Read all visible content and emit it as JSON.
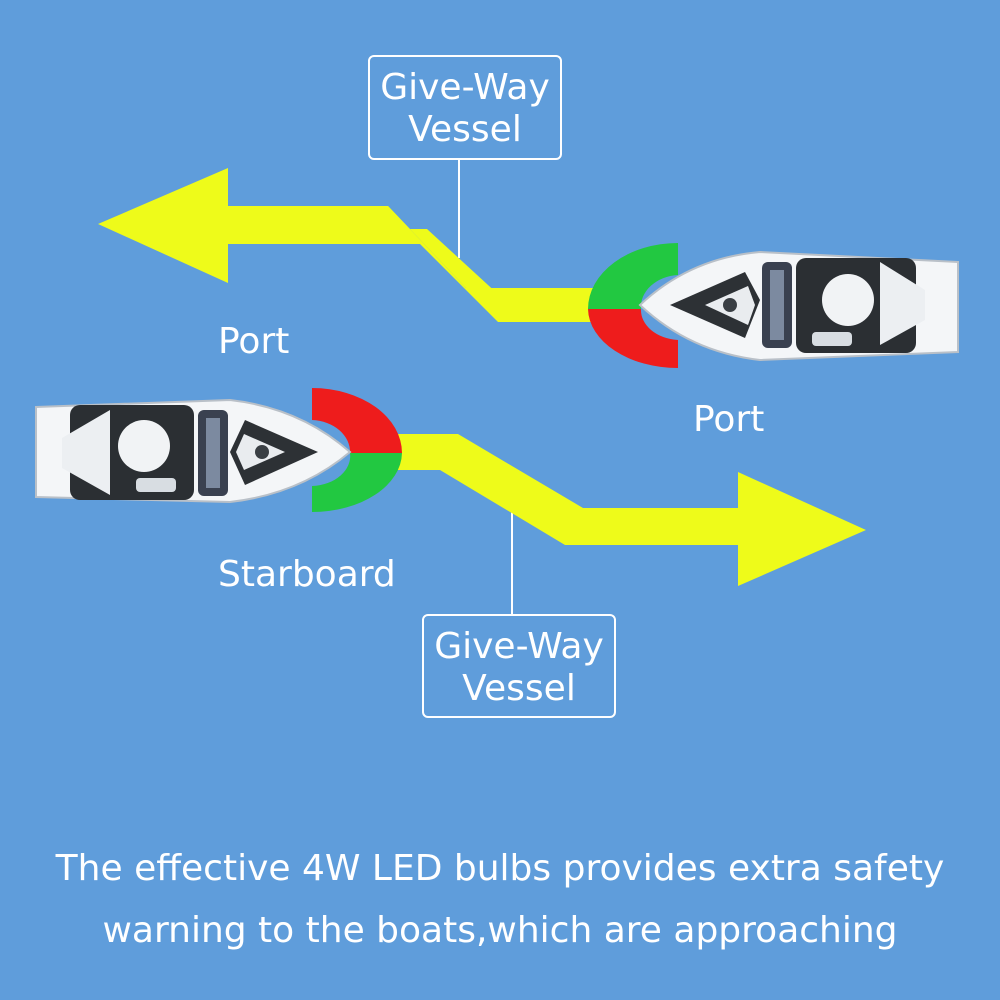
{
  "colors": {
    "background": "#5f9ddb",
    "arrow": "#eefb1a",
    "port_light": "#ee1c1c",
    "starboard_light": "#22c841",
    "text": "#ffffff"
  },
  "labels": {
    "give_way_top": {
      "line1": "Give-Way",
      "line2": "Vessel"
    },
    "give_way_bottom": {
      "line1": "Give-Way",
      "line2": "Vessel"
    },
    "port_left": "Port",
    "port_right": "Port",
    "starboard": "Starboard"
  },
  "caption": {
    "line1": "The effective 4W LED bulbs provides extra safety",
    "line2": "warning to the boats,which are approaching"
  },
  "icons": {
    "boat_top": "boat-icon",
    "boat_bottom": "boat-icon",
    "light_top": "navigation-light-icon",
    "light_bottom": "navigation-light-icon"
  }
}
